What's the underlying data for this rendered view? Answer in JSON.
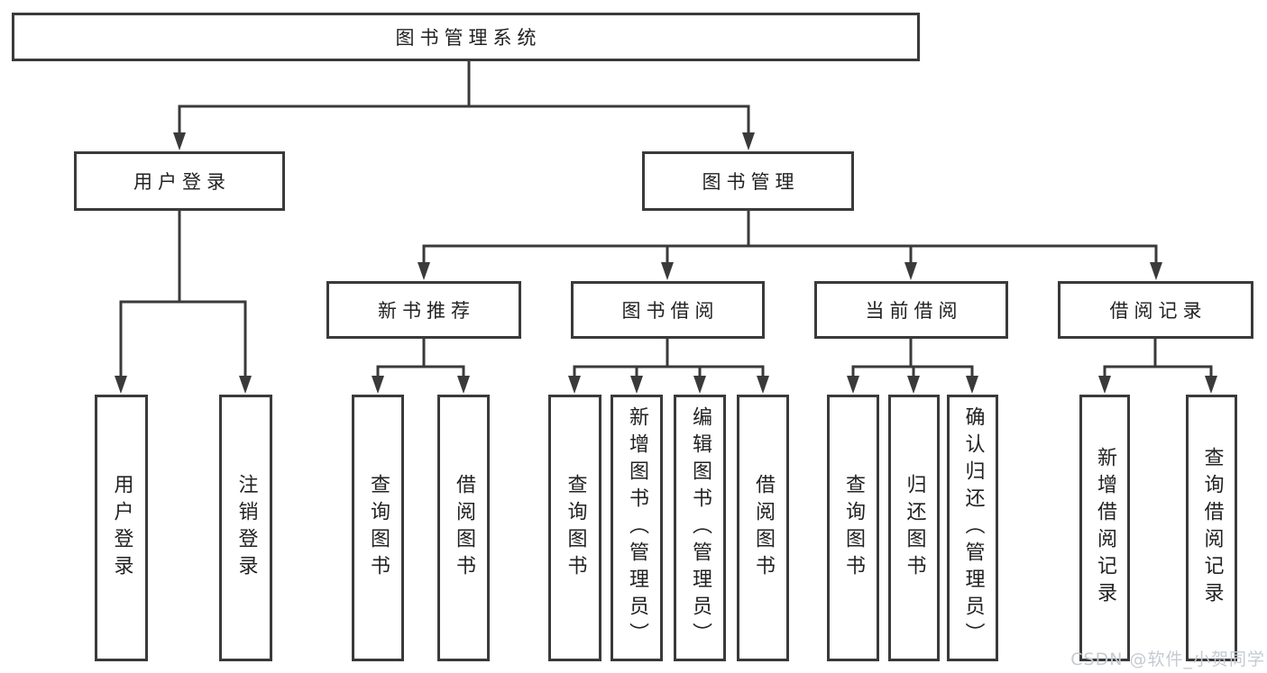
{
  "tree": {
    "label": "图书管理系统",
    "children": [
      {
        "label": "用户登录",
        "children": [
          {
            "label": "用户登录"
          },
          {
            "label": "注销登录"
          }
        ]
      },
      {
        "label": "图书管理",
        "children": [
          {
            "label": "新书推荐",
            "children": [
              {
                "label": "查询图书"
              },
              {
                "label": "借阅图书"
              }
            ]
          },
          {
            "label": "图书借阅",
            "children": [
              {
                "label": "查询图书"
              },
              {
                "label": "新增图书（管理员）"
              },
              {
                "label": "编辑图书（管理员）"
              },
              {
                "label": "借阅图书"
              }
            ]
          },
          {
            "label": "当前借阅",
            "children": [
              {
                "label": "查询图书"
              },
              {
                "label": "归还图书"
              },
              {
                "label": "确认归还（管理员）"
              }
            ]
          },
          {
            "label": "借阅记录",
            "children": [
              {
                "label": "新增借阅记录"
              },
              {
                "label": "查询借阅记录"
              }
            ]
          }
        ]
      }
    ]
  },
  "watermark": {
    "text": "CSDN @软件_小贺同学"
  },
  "colors": {
    "line": "#3a3a3a",
    "text": "#222222",
    "box_fill": "#ffffff",
    "watermark": "#c6cbd0"
  }
}
